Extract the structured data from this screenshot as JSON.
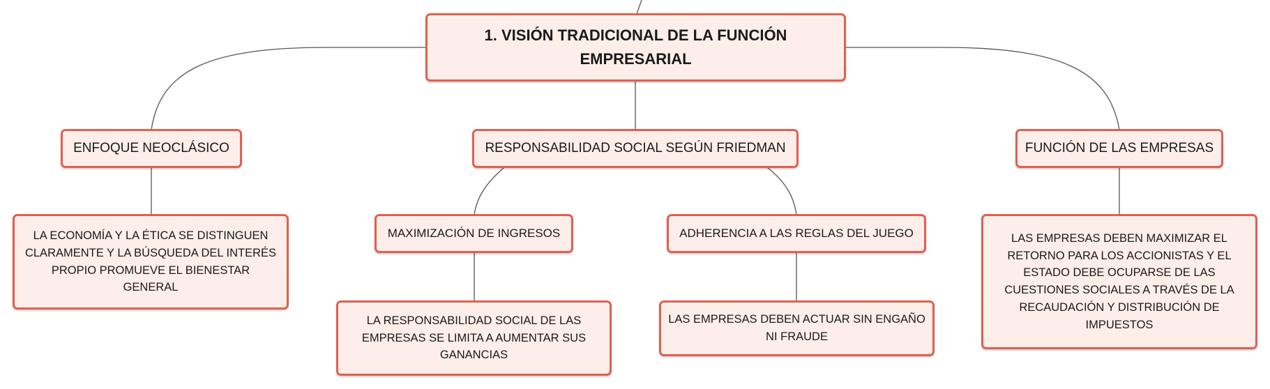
{
  "colors": {
    "node_fill": "#fdeee9",
    "node_border": "#e06050",
    "connector": "#555555"
  },
  "map": {
    "root": "1. VISIÓN TRADICIONAL DE LA FUNCIÓN EMPRESARIAL",
    "branches": {
      "neoclassical": {
        "title": "ENFOQUE NEOCLÁSICO",
        "detail": "LA ECONOMÍA Y LA ÉTICA SE DISTINGUEN CLARAMENTE Y LA BÚSQUEDA DEL INTERÉS PROPIO PROMUEVE EL BIENESTAR GENERAL"
      },
      "friedman": {
        "title": "RESPONSABILIDAD SOCIAL SEGÚN FRIEDMAN",
        "income": {
          "title": "MAXIMIZACIÓN DE INGRESOS",
          "detail": "LA RESPONSABILIDAD SOCIAL DE LAS EMPRESAS SE LIMITA A AUMENTAR SUS GANANCIAS"
        },
        "rules": {
          "title": "ADHERENCIA A LAS REGLAS DEL JUEGO",
          "detail": "LAS EMPRESAS DEBEN ACTUAR SIN ENGAÑO NI FRAUDE"
        }
      },
      "companies": {
        "title": "FUNCIÓN DE LAS EMPRESAS",
        "detail": "LAS EMPRESAS DEBEN MAXIMIZAR EL RETORNO PARA LOS ACCIONISTAS Y EL ESTADO DEBE OCUPARSE DE LAS CUESTIONES SOCIALES A TRAVÉS DE LA RECAUDACIÓN Y DISTRIBUCIÓN DE IMPUESTOS"
      }
    }
  }
}
